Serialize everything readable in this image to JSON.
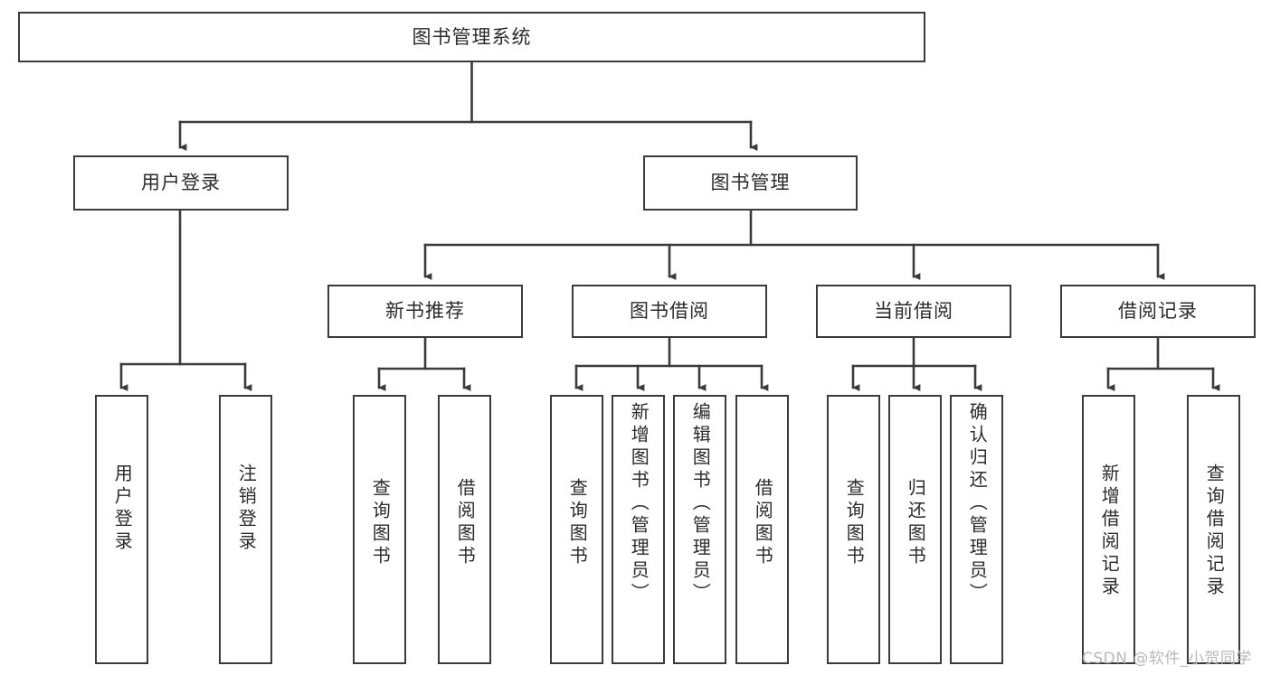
{
  "diagram": {
    "title": "图书管理系统",
    "type": "tree",
    "watermark": "CSDN @软件_小贺同学",
    "colors": {
      "box_border": "#3b3b3b",
      "box_fill": "#ffffff",
      "edge": "#3b3b3b",
      "text": "#2b2b2b",
      "watermark": "#b9b9b9",
      "background": "#ffffff"
    },
    "nodes": {
      "root": {
        "label": "图书管理系统"
      },
      "level2": [
        {
          "label": "用户登录"
        },
        {
          "label": "图书管理"
        }
      ],
      "level3": [
        {
          "label": "新书推荐"
        },
        {
          "label": "图书借阅"
        },
        {
          "label": "当前借阅"
        },
        {
          "label": "借阅记录"
        }
      ],
      "leaves": {
        "user_login": [
          {
            "label": "用户登录"
          },
          {
            "label": "注销登录"
          }
        ],
        "new_book_recommend": [
          {
            "label": "查询图书"
          },
          {
            "label": "借阅图书"
          }
        ],
        "book_borrow": [
          {
            "label": "查询图书"
          },
          {
            "label": "新增图书（管理员）"
          },
          {
            "label": "编辑图书（管理员）"
          },
          {
            "label": "借阅图书"
          }
        ],
        "current_borrow": [
          {
            "label": "查询图书"
          },
          {
            "label": "归还图书"
          },
          {
            "label": "确认归还（管理员）"
          }
        ],
        "borrow_record": [
          {
            "label": "新增借阅记录"
          },
          {
            "label": "查询借阅记录"
          }
        ]
      }
    }
  }
}
